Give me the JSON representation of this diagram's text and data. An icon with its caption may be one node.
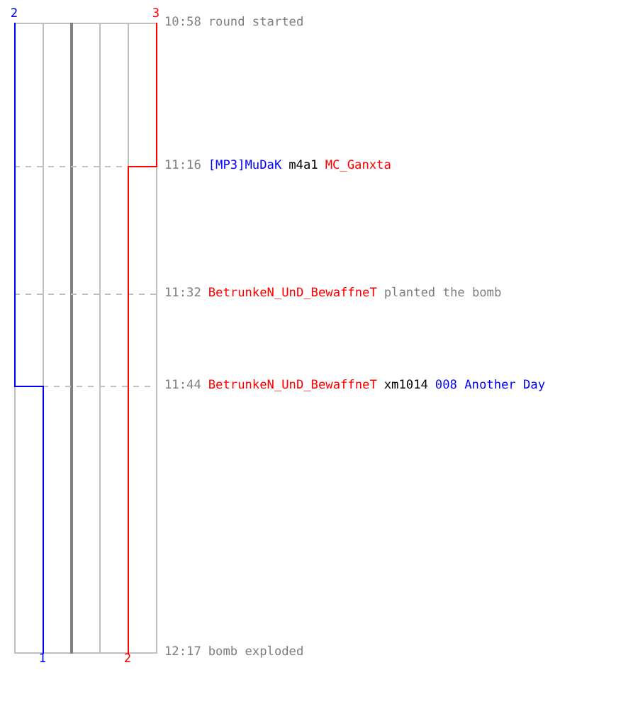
{
  "diagram": {
    "labels": [
      "2",
      "3",
      "10:58",
      "round started",
      "11:16",
      "[MP3]MuDaK",
      "m4a1",
      "MC_Ganxta",
      "11:32",
      "BetrunkeN_UnD_BewaffneT",
      "planted the bomb",
      "11:44",
      "BetrunkeN_UnD_BewaffneT",
      "xm1014",
      "008 Another Day",
      "12:17",
      "bomb exploded",
      "1",
      "2"
    ]
  }
}
